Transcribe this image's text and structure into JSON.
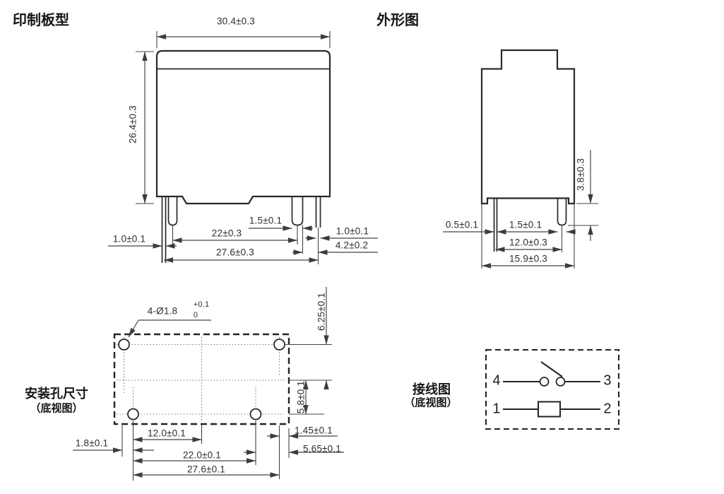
{
  "titles": {
    "pcb_type": "印制板型",
    "outline": "外形图"
  },
  "pcb_view": {
    "dims": {
      "width": "30.4±0.3",
      "height": "26.4±0.3",
      "left_pin_width": "1.0±0.1",
      "wide_pin_width": "1.5±0.1",
      "wide_pin_pitch": "22±0.3",
      "overall_pin_span": "27.6±0.3",
      "right_pin_width": "1.0±0.1",
      "right_pin_offset": "4.2±0.2"
    }
  },
  "outline_view": {
    "dims": {
      "pin_length": "3.8±0.3",
      "thin_pin_width": "0.5±0.1",
      "wide_pin_width": "1.5±0.1",
      "pin_pitch": "12.0±0.3",
      "body_depth": "15.9±0.3"
    }
  },
  "mounting_view": {
    "label": "安装孔尺寸",
    "sublabel": "（底视图）",
    "hole_callout": "4-Ø1.8",
    "hole_tol_upper": "+0.1",
    "hole_tol_lower": "0",
    "dims": {
      "row_offset_top": "6.25±0.1",
      "row_gap": "5.8±0.1",
      "left_hole_offset": "1.8±0.1",
      "hole_to_center": "12.0±0.1",
      "bottom_row_span": "22.0±0.1",
      "overall_span": "27.6±0.1",
      "right_offset_top": "1.45±0.1",
      "right_offset_bottom": "5.65±0.1"
    }
  },
  "wiring_view": {
    "label": "接线图",
    "sublabel": "（底视图）",
    "pin_numbers": {
      "top_left": "4",
      "top_right": "3",
      "bottom_left": "1",
      "bottom_right": "2"
    }
  },
  "colors": {
    "line": "#29292b",
    "dim_line": "#454548",
    "text": "#2e2e30",
    "background": "#ffffff"
  }
}
